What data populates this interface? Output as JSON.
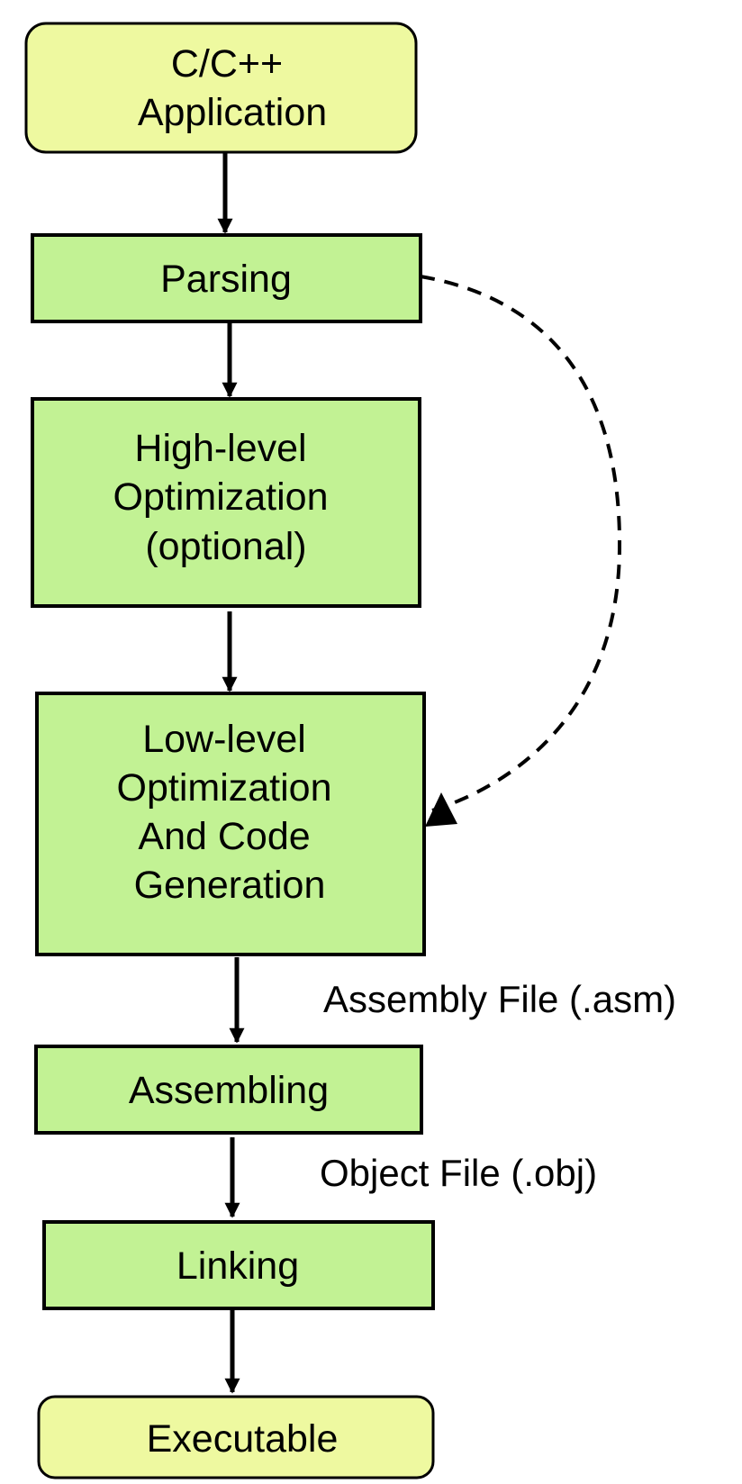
{
  "nodes": {
    "application": {
      "lines": [
        "C/C++",
        "Application"
      ],
      "fill": "#eef9a0"
    },
    "parsing": {
      "lines": [
        "Parsing"
      ],
      "fill": "#c2f294"
    },
    "high_level": {
      "lines": [
        "High-level",
        "Optimization",
        "(optional)"
      ],
      "fill": "#c2f294"
    },
    "low_level": {
      "lines": [
        "Low-level",
        "Optimization",
        "And Code",
        "Generation"
      ],
      "fill": "#c2f294"
    },
    "assembling": {
      "lines": [
        "Assembling"
      ],
      "fill": "#c2f294"
    },
    "linking": {
      "lines": [
        "Linking"
      ],
      "fill": "#c2f294"
    },
    "executable": {
      "lines": [
        "Executable"
      ],
      "fill": "#eef9a0"
    }
  },
  "edge_labels": {
    "assembly_file": "Assembly File (.asm)",
    "object_file": "Object File (.obj)"
  },
  "colors": {
    "stroke": "#000000",
    "background": "#ffffff"
  }
}
